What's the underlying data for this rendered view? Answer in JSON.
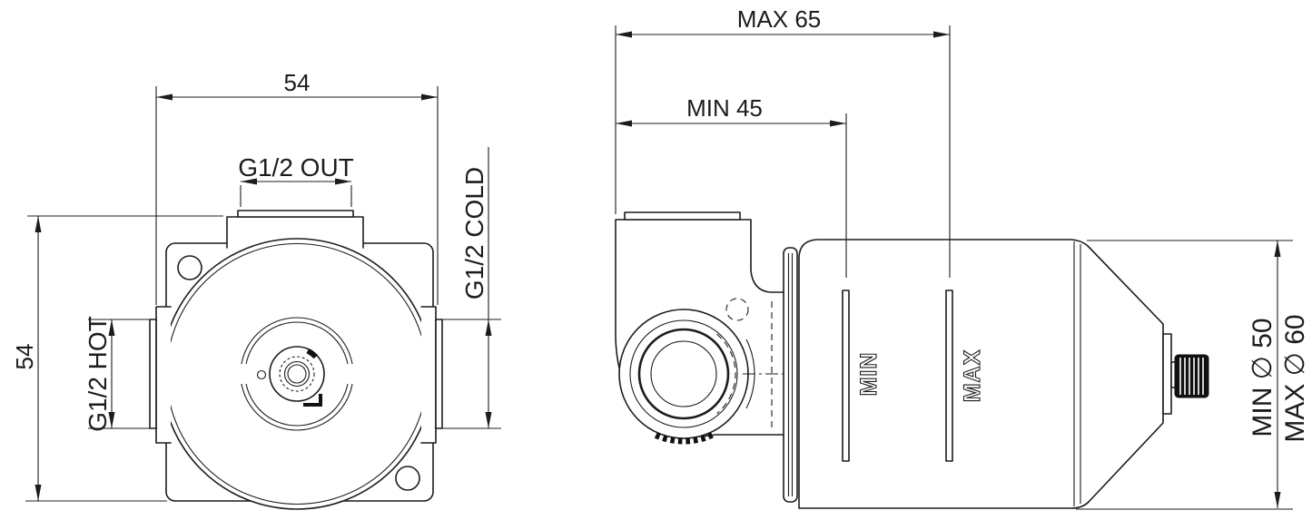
{
  "drawing": {
    "front_view": {
      "width_dim": "54",
      "height_dim": "54",
      "outlet_label": "G1/2 OUT",
      "cold_label": "G1/2 COLD",
      "hot_label": "G1/2 HOT"
    },
    "side_view": {
      "max_depth_dim": "MAX 65",
      "min_depth_dim": "MIN 45",
      "min_marker": "MIN",
      "max_marker": "MAX",
      "min_diameter_dim": "MIN ∅ 50",
      "max_diameter_dim": "MAX ∅ 60"
    },
    "colors": {
      "line": "#1c1c1c",
      "background": "#ffffff"
    }
  }
}
